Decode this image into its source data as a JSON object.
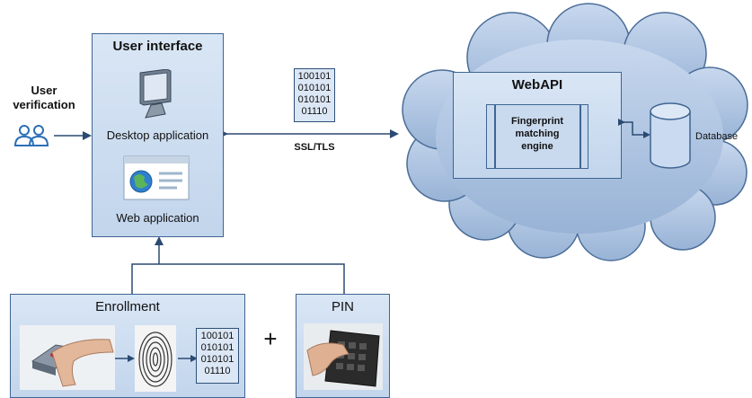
{
  "user_verification": {
    "line1": "User",
    "line2": "verification"
  },
  "user_interface": {
    "title": "User interface",
    "desktop_label": "Desktop application",
    "web_label": "Web application"
  },
  "transport": {
    "binary": [
      "100101",
      "010101",
      "010101",
      "01110"
    ],
    "label": "SSL/TLS"
  },
  "webapi": {
    "title": "WebAPI",
    "engine_lines": [
      "Fingerprint",
      "matching",
      "engine"
    ],
    "database_label": "Database"
  },
  "enrollment": {
    "title": "Enrollment",
    "binary": [
      "100101",
      "010101",
      "010101",
      "01110"
    ]
  },
  "plus_sign": "+",
  "pin": {
    "title": "PIN"
  },
  "colors": {
    "box_fill": "#c8d9ee",
    "box_border": "#3f6592",
    "cloud_fill": "#b3c9e6",
    "arrow": "#2b4a72"
  }
}
